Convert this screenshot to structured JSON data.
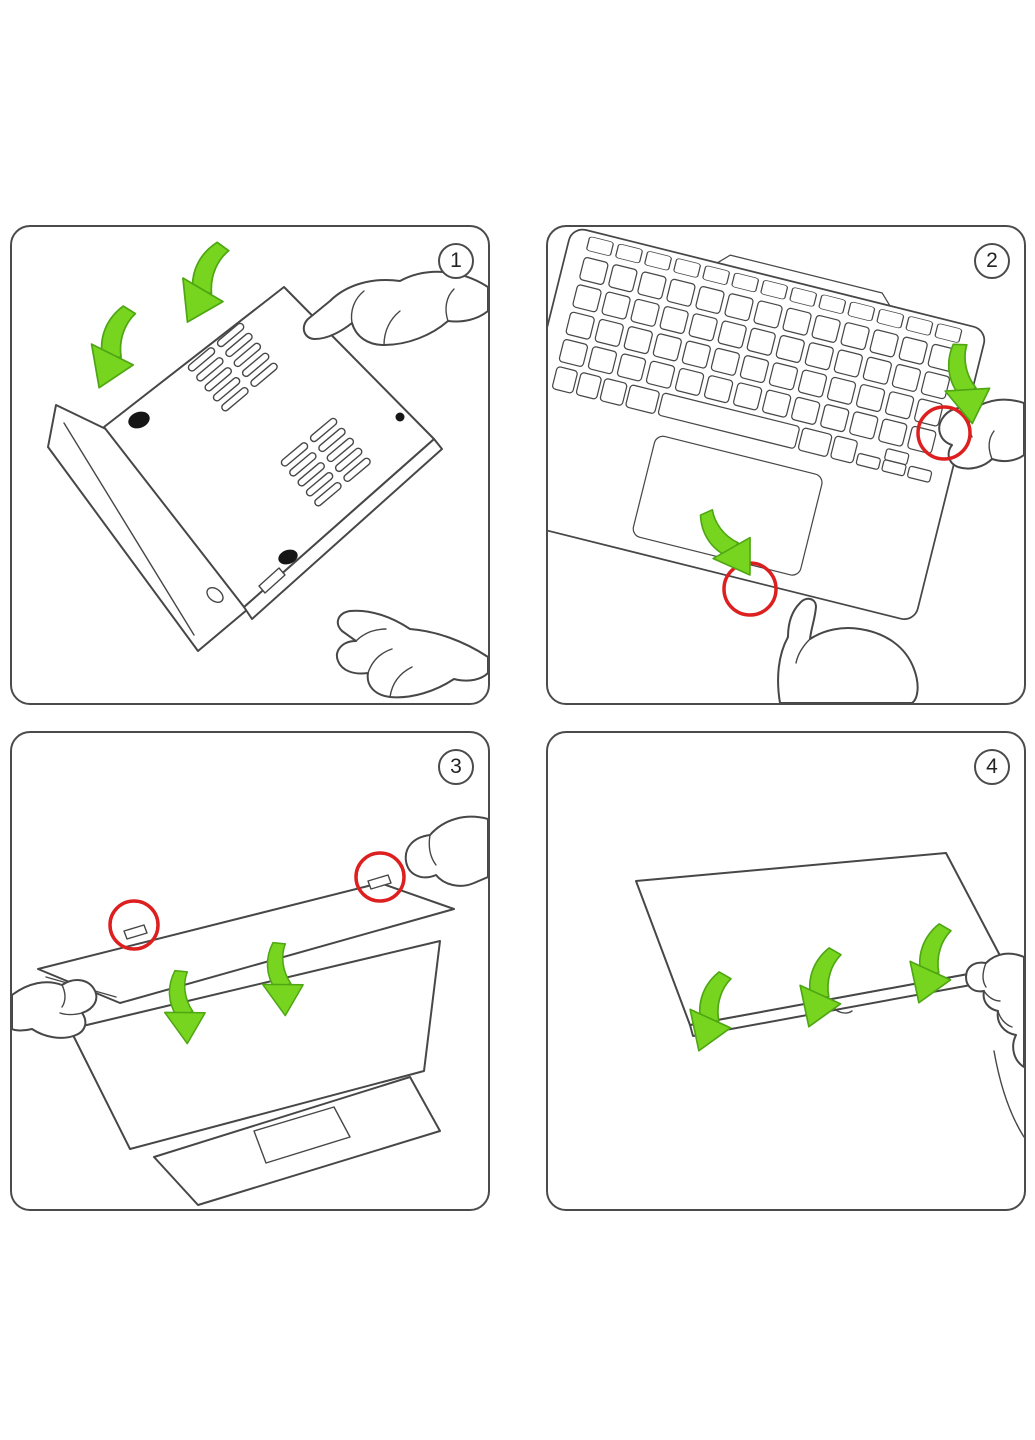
{
  "steps": [
    {
      "number": "1"
    },
    {
      "number": "2"
    },
    {
      "number": "3"
    },
    {
      "number": "4"
    }
  ],
  "colors": {
    "arrow_green": "#77d41f",
    "arrow_green_dark": "#4ea612",
    "highlight_red": "#dd1f1f",
    "line": "#474747",
    "panel_border": "#4b4b4b",
    "background": "#ffffff"
  },
  "icons": {
    "green_arrow": "curved-press-down-arrow",
    "red_circle": "clip-highlight-ring"
  }
}
